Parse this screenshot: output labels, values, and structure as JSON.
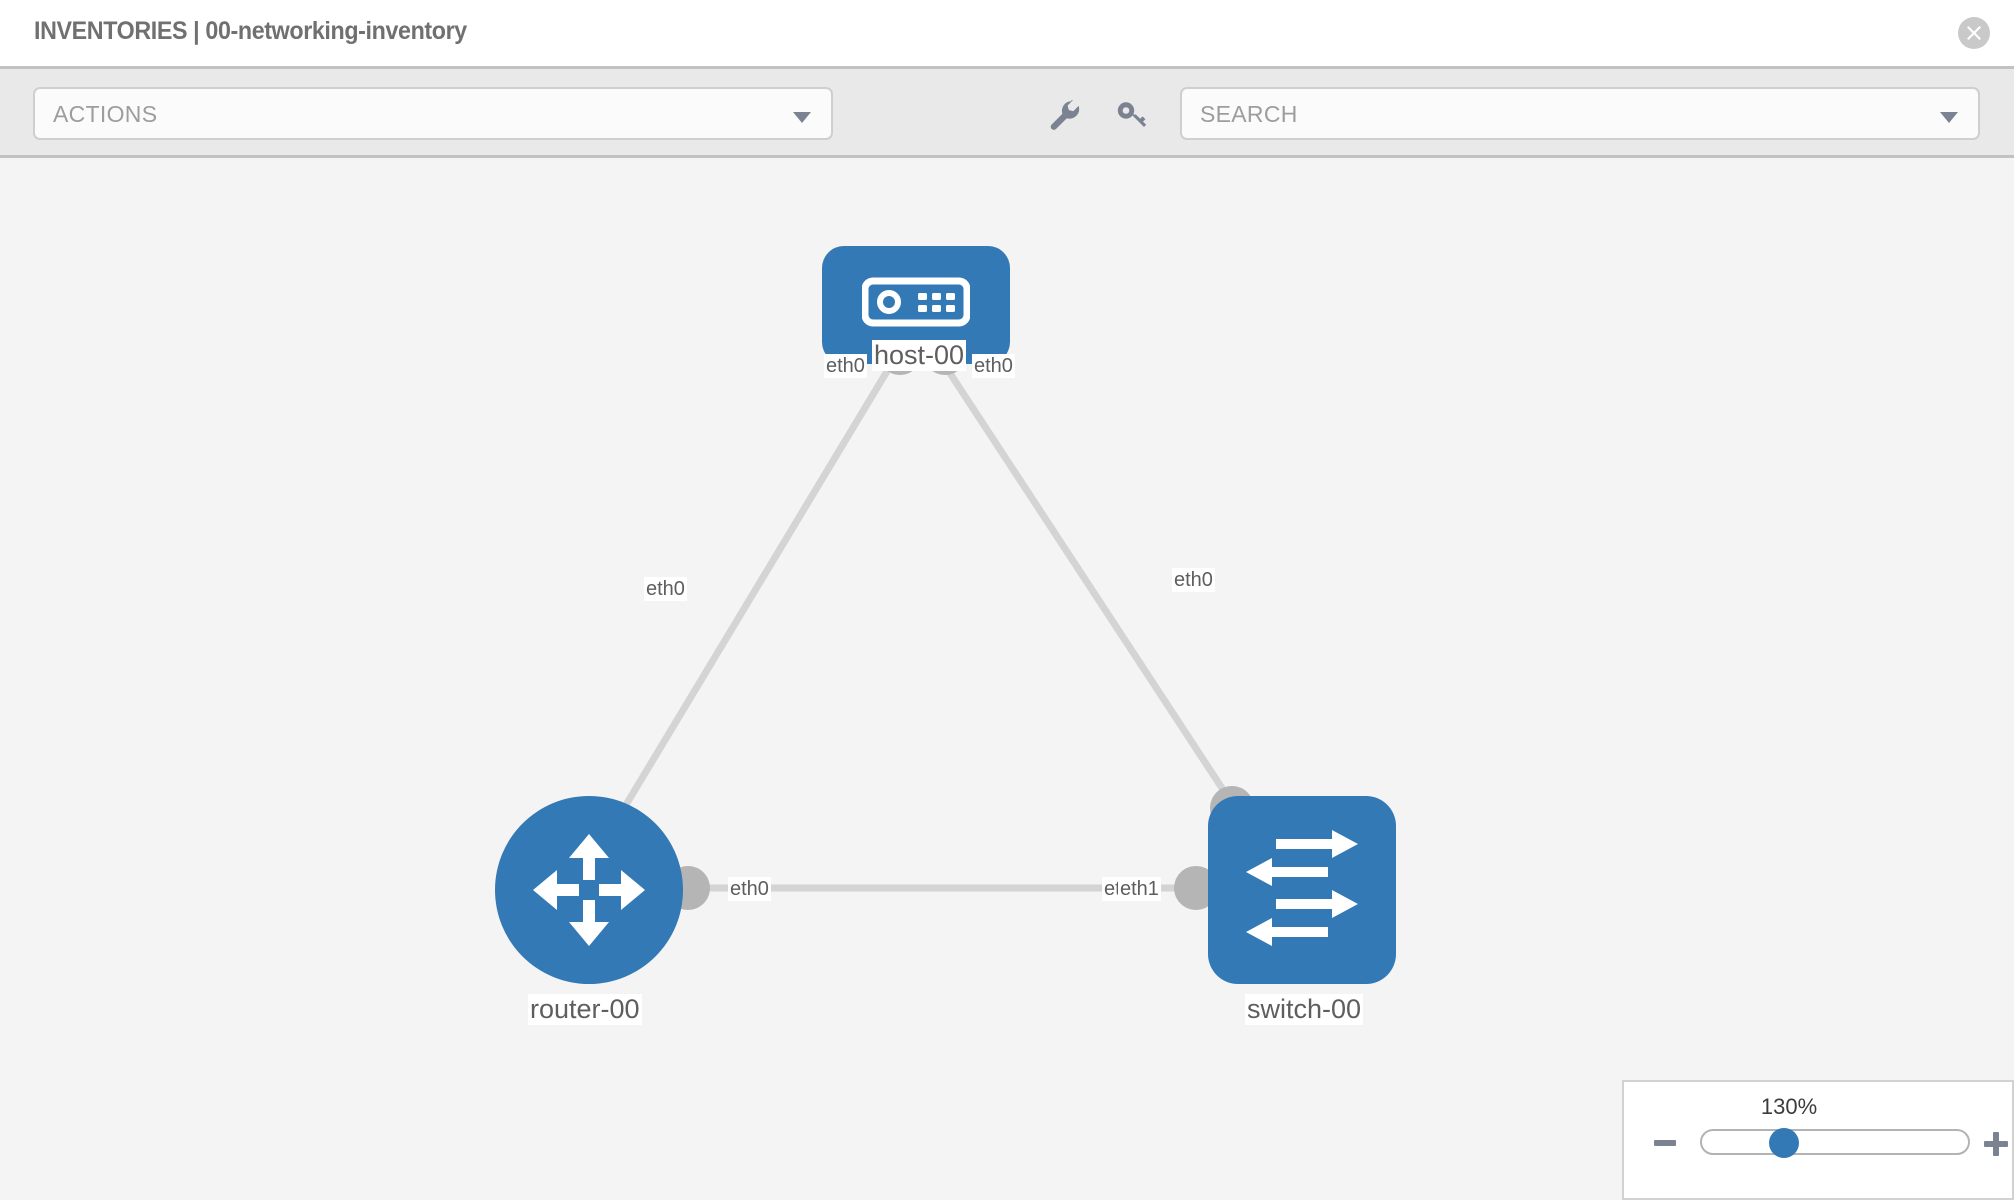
{
  "header": {
    "title": "INVENTORIES | 00-networking-inventory",
    "close_icon": "close-circle-icon"
  },
  "toolbar": {
    "actions_label": "ACTIONS",
    "actions_caret": "chevron-down-icon",
    "wrench_icon": "wrench-icon",
    "key_icon": "key-icon",
    "search_placeholder": "SEARCH",
    "search_caret": "chevron-down-icon"
  },
  "topology": {
    "accent_color": "#3379b5",
    "edge_color": "#d4d4d4",
    "port_color": "#b5b5b5",
    "canvas_color": "#f4f4f4",
    "nodes": [
      {
        "id": "host-00",
        "label": "host-00",
        "type": "host",
        "icon": "server-icon",
        "shape": "rounded-square"
      },
      {
        "id": "router-00",
        "label": "router-00",
        "type": "router",
        "icon": "router-arrows-icon",
        "shape": "circle"
      },
      {
        "id": "switch-00",
        "label": "switch-00",
        "type": "switch",
        "icon": "switch-arrows-icon",
        "shape": "rounded-square"
      }
    ],
    "links": [
      {
        "from": "host-00",
        "to": "router-00",
        "from_label": "eth0",
        "to_label": "eth0"
      },
      {
        "from": "host-00",
        "to": "switch-00",
        "from_label": "eth0",
        "to_label": "eth0"
      },
      {
        "from": "router-00",
        "to": "switch-00",
        "from_label": "eth0",
        "to_label": "eth1",
        "to_label_overlap": "eth"
      }
    ],
    "edge_labels": [
      {
        "name": "host-left-eth0",
        "text": "eth0"
      },
      {
        "name": "host-right-eth0",
        "text": "eth0"
      },
      {
        "name": "router-top-eth0",
        "text": "eth0"
      },
      {
        "name": "switch-top-eth0",
        "text": "eth0"
      },
      {
        "name": "router-right-eth0",
        "text": "eth0"
      },
      {
        "name": "switch-left-eth-partial",
        "text": "eth"
      },
      {
        "name": "switch-left-eth1",
        "text": "eth1"
      }
    ]
  },
  "zoom_control": {
    "value": "130%",
    "minus_icon": "minus-icon",
    "plus_icon": "plus-icon",
    "thumb": "slider-thumb"
  }
}
